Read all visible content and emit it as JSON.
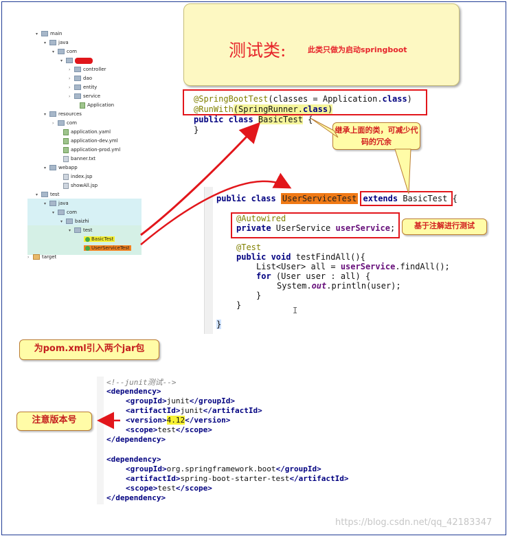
{
  "tree": {
    "items": [
      "main",
      "java",
      "com",
      "controller",
      "dao",
      "entity",
      "service",
      "Application",
      "resources",
      "com",
      "application.yaml",
      "application-dev.yml",
      "application-prod.yml",
      "banner.txt",
      "webapp",
      "index.jsp",
      "showAll.jsp",
      "test",
      "java",
      "com",
      "baizhi",
      "test",
      "BasicTest",
      "UserServiceTest",
      "target"
    ]
  },
  "note": {
    "title": "测试类:",
    "subtitle": "此类只做为启动springboot"
  },
  "code1": {
    "l1a": "@SpringBootTest",
    "l1b": "(classes = Application.",
    "l1c": "class",
    "l1d": ")",
    "l2a": "@RunWith",
    "l2b": "(SpringRunner.",
    "l2c": "class",
    "l2d": ")",
    "l3a": "public class ",
    "l3b": "BasicTest",
    "l3c": " {",
    "l4": "}"
  },
  "callout_inherit": "继承上面的类，可减少代码的冗余",
  "code2": {
    "l1a": "public class ",
    "l1b": "UserServiceTest",
    "l1c": "extends",
    "l1d": " BasicTest",
    "l1e": " {",
    "l2": "@Autowired",
    "l3a": "private",
    "l3b": " UserService ",
    "l3c": "userService",
    "l3d": ";",
    "l4": "@Test",
    "l5a": "public void",
    "l5b": " testFindAll(){",
    "l6a": "List<User> all = ",
    "l6b": "userService",
    "l6c": ".findAll();",
    "l7a": "for",
    "l7b": " (User user : all) {",
    "l8a": "System.",
    "l8b": "out",
    "l8c": ".println(user);",
    "l9": "}",
    "l10": "}",
    "l11": "}",
    "cursor": "I"
  },
  "callout_annot": "基于注解进行测试",
  "callout_pom": "为pom.xml引入两个jar包",
  "callout_version": "注意版本号",
  "code3": {
    "comment": "<!--junit测试-->",
    "dep_open": "<dependency>",
    "g1": "<groupId>",
    "g1v": "junit",
    "g1e": "</groupId>",
    "a1": "<artifactId>",
    "a1v": "junit",
    "a1e": "</artifactId>",
    "v1": "<version>",
    "v1v": "4.12",
    "v1e": "</version>",
    "s1": "<scope>",
    "s1v": "test",
    "s1e": "</scope>",
    "dep_close": "</dependency>",
    "dep2_open": "<dependency>",
    "g2": "<groupId>",
    "g2v": "org.springframework.boot",
    "g2e": "</groupId>",
    "a2": "<artifactId>",
    "a2v": "spring-boot-starter-test",
    "a2e": "</artifactId>",
    "s2": "<scope>",
    "s2v": "test",
    "s2e": "</scope>",
    "dep2_close": "</dependency>"
  },
  "watermark": "https://blog.csdn.net/qq_42183347",
  "colors": {
    "accent_red": "#e2161b",
    "callout_bg": "#fffca7",
    "note_bg": "#fdf8c2"
  }
}
